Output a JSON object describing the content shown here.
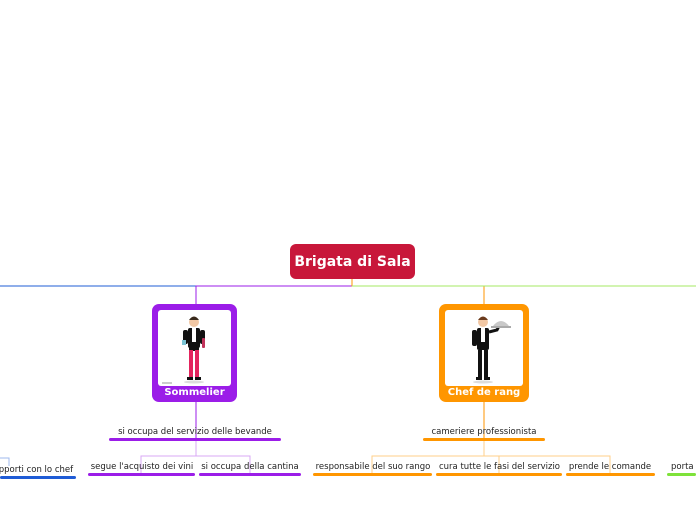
{
  "root": {
    "label": "Brigata di Sala",
    "color": "#c8173a"
  },
  "branches": [
    {
      "id": "sommelier",
      "label": "Sommelier",
      "color": "#9b1de8",
      "image": "sommelier-figure",
      "child": "si occupa del servizio delle bevande",
      "leaves": [
        "segue l'acquisto dei vini",
        "si occupa della cantina"
      ]
    },
    {
      "id": "chef-de-rang",
      "label": "Chef de rang",
      "color": "#ff9600",
      "image": "waiter-with-cloche-figure",
      "child": "cameriere professionista",
      "leaves": [
        "responsabile del suo rango",
        "cura tutte le fasi del servizio",
        "prende le comande"
      ]
    }
  ],
  "offscreen_left": {
    "label": "rapporti con lo chef",
    "color": "#1f5cd6"
  },
  "offscreen_right": {
    "label": "porta",
    "color": "#7ee23a"
  }
}
